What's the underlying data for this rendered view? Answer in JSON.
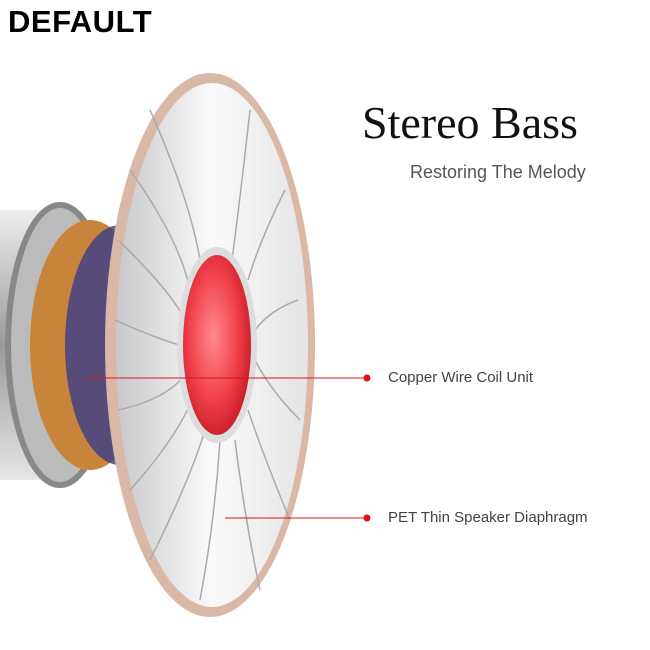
{
  "badge": "DEFAULT",
  "title": "Stereo Bass",
  "subtitle": "Restoring The Melody",
  "callouts": [
    {
      "label": "Copper Wire Coil Unit"
    },
    {
      "label": "PET Thin Speaker Diaphragm"
    }
  ],
  "colors": {
    "accent": "#e0101a",
    "rim": "#d9b8a8",
    "coil": "#c8843a"
  }
}
